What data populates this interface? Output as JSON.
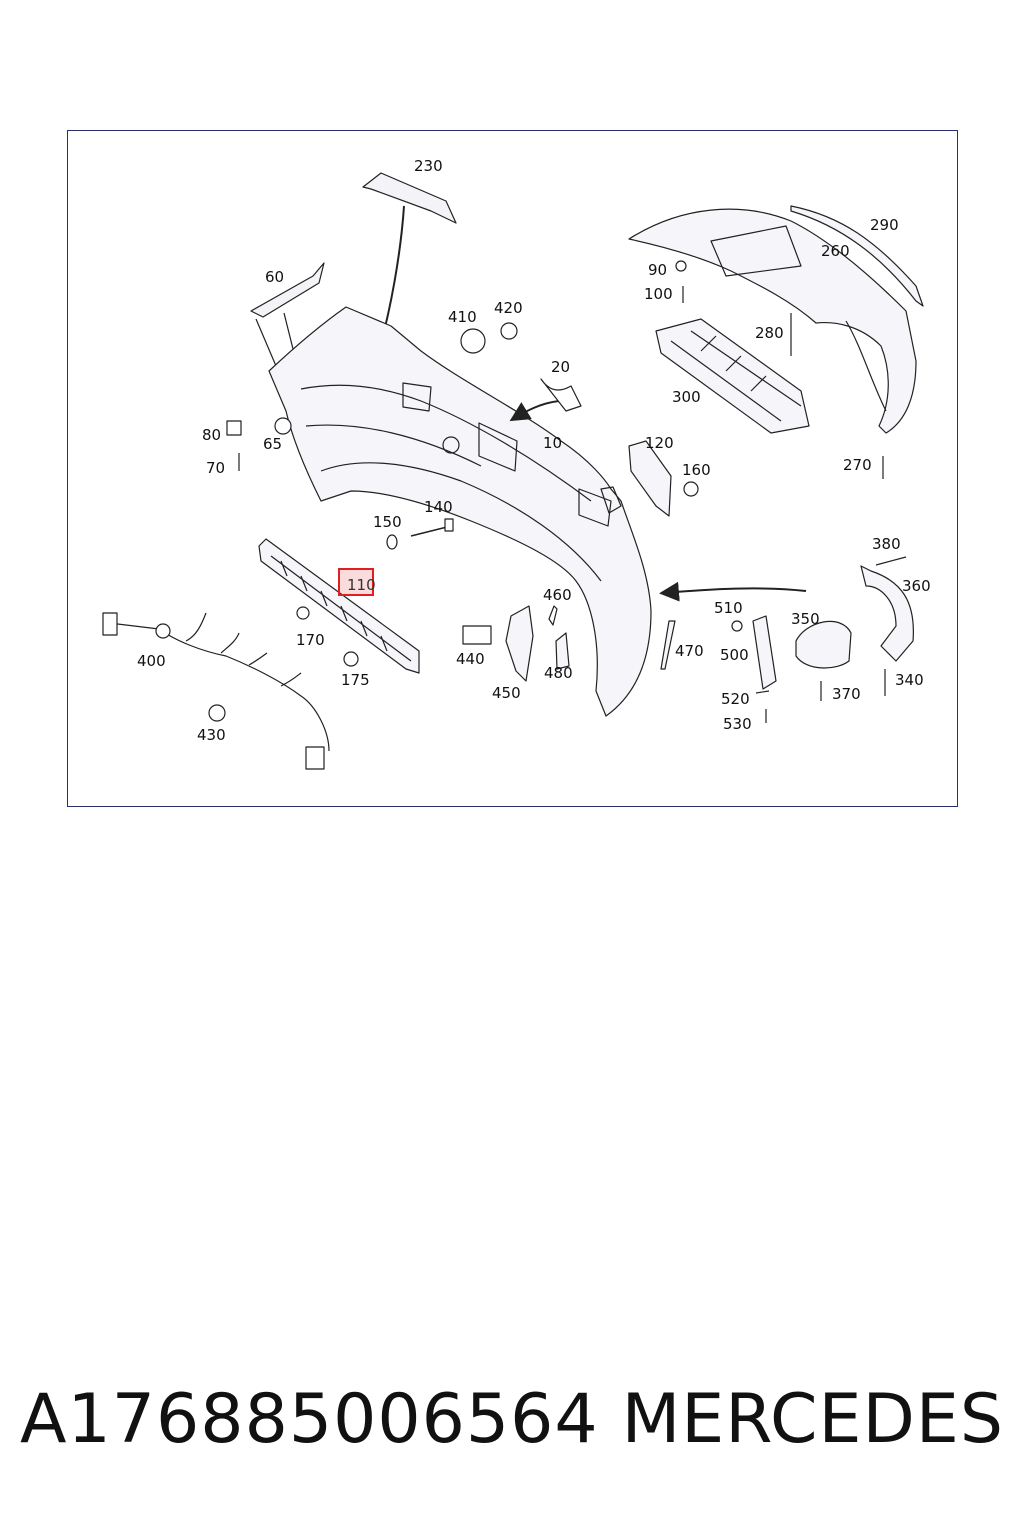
{
  "callouts": {
    "c230": "230",
    "c290": "290",
    "c260": "260",
    "c60": "60",
    "c90": "90",
    "c100": "100",
    "c410": "410",
    "c420": "420",
    "c280": "280",
    "c20": "20",
    "c300": "300",
    "c80": "80",
    "c65": "65",
    "c10": "10",
    "c120": "120",
    "c70": "70",
    "c160": "160",
    "c270": "270",
    "c140": "140",
    "c150": "150",
    "c380": "380",
    "c360": "360",
    "c110": "110",
    "c460": "460",
    "c510": "510",
    "c350": "350",
    "c170": "170",
    "c400": "400",
    "c440": "440",
    "c470": "470",
    "c500": "500",
    "c480": "480",
    "c175": "175",
    "c340": "340",
    "c450": "450",
    "c370": "370",
    "c520": "520",
    "c430": "430",
    "c530": "530"
  },
  "highlight": {
    "label": "110",
    "color": "#e02020"
  },
  "footer": {
    "part_number": "A176885006564",
    "brand": "MERCEDES"
  },
  "colors": {
    "frame": "#2b2f6b",
    "line": "#222222"
  }
}
